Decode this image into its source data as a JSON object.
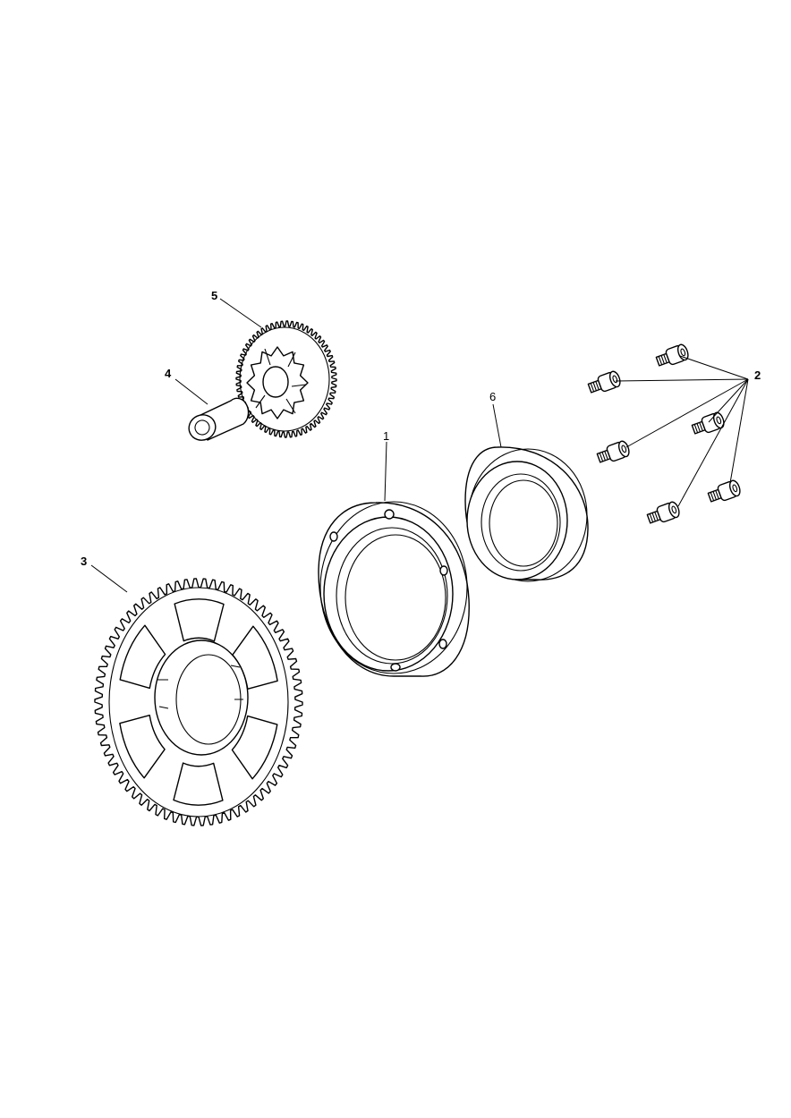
{
  "colors": {
    "line": "#000000",
    "background": "#ffffff"
  },
  "parts": [
    {
      "id": "sprag-housing",
      "callout": "1",
      "bold": false
    },
    {
      "id": "socket-screw",
      "callout": "2",
      "bold": true
    },
    {
      "id": "starter-gear",
      "callout": "3",
      "bold": true
    },
    {
      "id": "shaft-pin",
      "callout": "4",
      "bold": true
    },
    {
      "id": "idler-gear",
      "callout": "5",
      "bold": true
    },
    {
      "id": "sprag-race",
      "callout": "6",
      "bold": false
    }
  ]
}
